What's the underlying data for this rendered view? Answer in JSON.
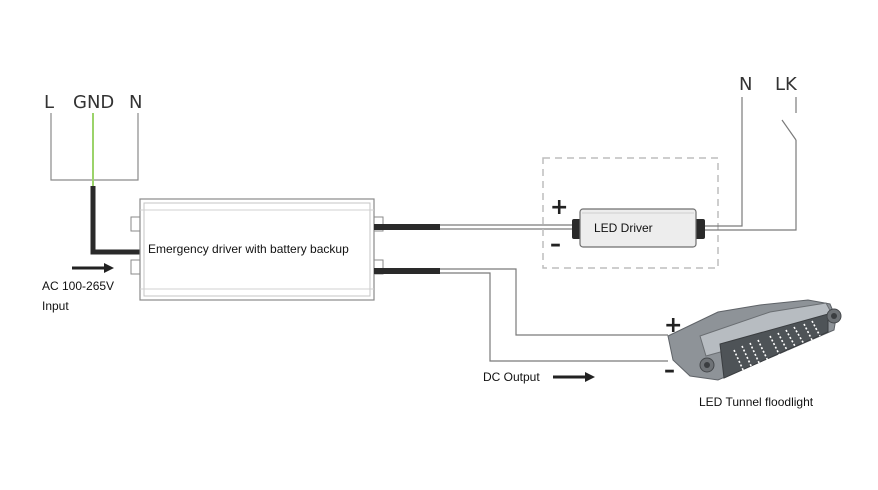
{
  "mains": {
    "l": "L",
    "gnd": "GND",
    "n": "N"
  },
  "switch_side": {
    "n": "N",
    "lk": "LK"
  },
  "emergency_driver": {
    "label": "Emergency driver with battery backup"
  },
  "led_driver": {
    "label": "LED Driver",
    "plus": "+",
    "minus": "–"
  },
  "input": {
    "line1": "AC 100-265V",
    "line2": "Input"
  },
  "dc_output": {
    "label": "DC Output"
  },
  "floodlight": {
    "label": "LED Tunnel floodlight",
    "plus": "+",
    "minus": "–"
  },
  "colors": {
    "ground_wire": "#9bd36a",
    "wire": "#7a7a7a",
    "cable": "#2a2a2a",
    "dashed_box": "#bdbdbd"
  }
}
